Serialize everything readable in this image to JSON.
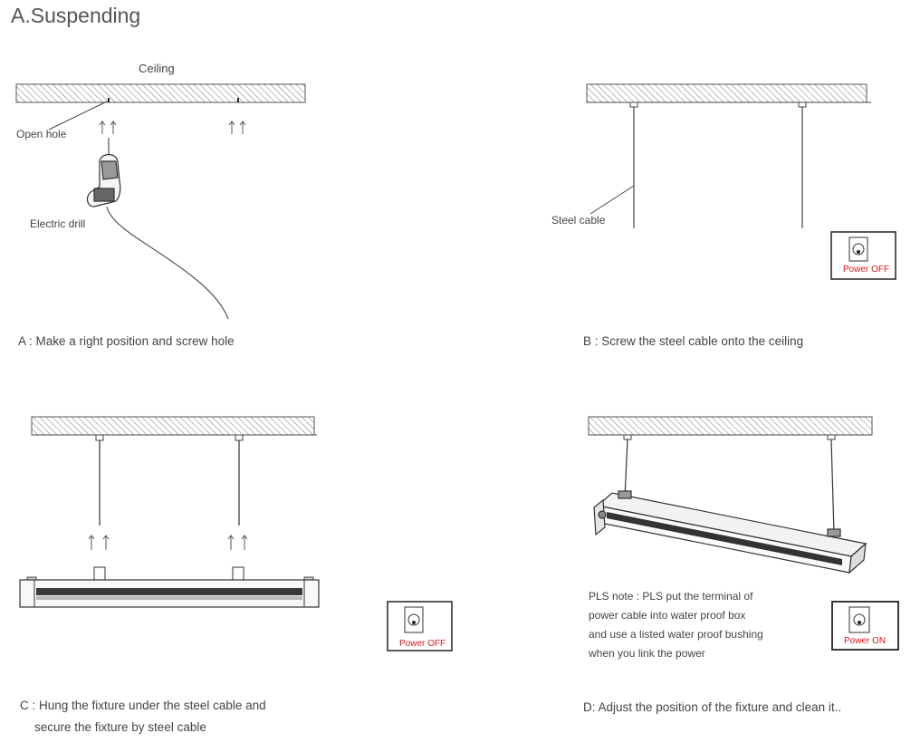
{
  "title": "A.Suspending",
  "panel_a": {
    "ceiling_label": "Ceiling",
    "open_hole_label": "Open hole",
    "drill_label": "Electric drill",
    "caption": "A : Make a right position and screw hole"
  },
  "panel_b": {
    "steel_cable_label": "Steel cable",
    "power_label": "Power OFF",
    "caption": "B : Screw the steel cable onto the ceiling"
  },
  "panel_c": {
    "power_label": "Power OFF",
    "caption_line1": "C : Hung the fixture under the steel cable and",
    "caption_line2": "secure the fixture by steel cable"
  },
  "panel_d": {
    "note_lines": [
      "PLS note : PLS put the terminal of",
      "power cable into water proof box",
      "and use a listed water proof bushing",
      "when you link the power"
    ],
    "power_label": "Power ON",
    "caption": "D: Adjust the position of the fixture and clean it.."
  },
  "colors": {
    "power_text": "#d41a1a",
    "line": "#444444"
  }
}
